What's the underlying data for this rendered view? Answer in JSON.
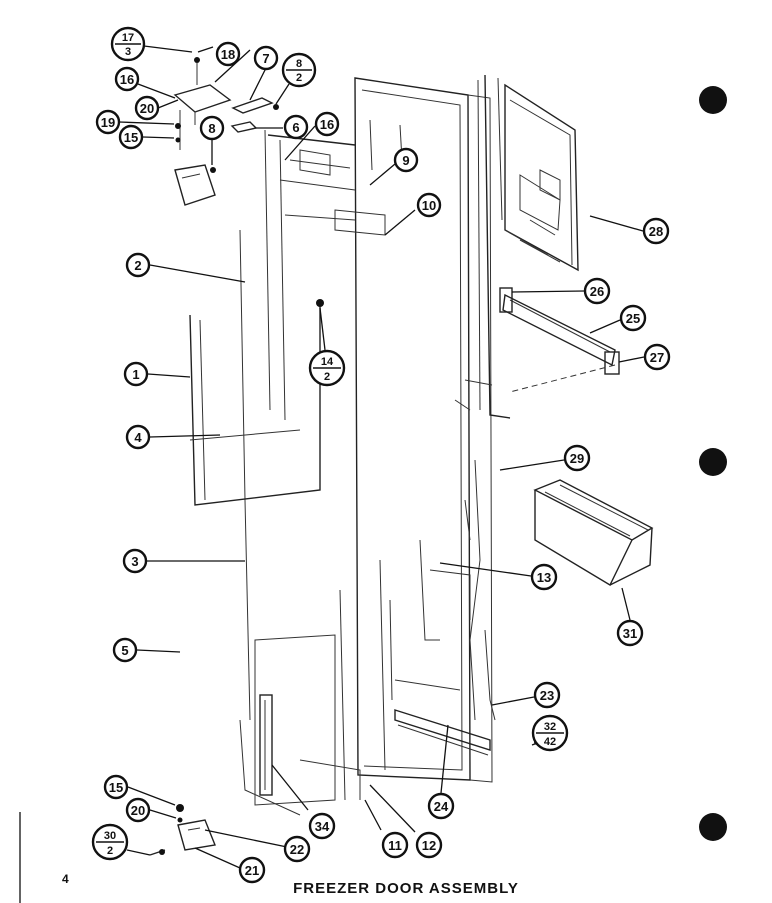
{
  "page": {
    "number": "4",
    "caption": "FREEZER DOOR ASSEMBLY"
  },
  "callouts": [
    {
      "id": "c17-3",
      "top": "17",
      "bottom": "3"
    },
    {
      "id": "c18",
      "label": "18"
    },
    {
      "id": "c7",
      "label": "7"
    },
    {
      "id": "c8-2",
      "top": "8",
      "bottom": "2"
    },
    {
      "id": "c16",
      "label": "16"
    },
    {
      "id": "c20a",
      "label": "20"
    },
    {
      "id": "c19",
      "label": "19"
    },
    {
      "id": "c15a",
      "label": "15"
    },
    {
      "id": "c6",
      "label": "6"
    },
    {
      "id": "c8",
      "label": "8"
    },
    {
      "id": "c16b",
      "label": "16"
    },
    {
      "id": "c9",
      "label": "9"
    },
    {
      "id": "c10",
      "label": "10"
    },
    {
      "id": "c28",
      "label": "28"
    },
    {
      "id": "c2",
      "label": "2"
    },
    {
      "id": "c26",
      "label": "26"
    },
    {
      "id": "c25",
      "label": "25"
    },
    {
      "id": "c14-2",
      "top": "14",
      "bottom": "2"
    },
    {
      "id": "c27",
      "label": "27"
    },
    {
      "id": "c1",
      "label": "1"
    },
    {
      "id": "c4",
      "label": "4"
    },
    {
      "id": "c29",
      "label": "29"
    },
    {
      "id": "c3",
      "label": "3"
    },
    {
      "id": "c13",
      "label": "13"
    },
    {
      "id": "c31",
      "label": "31"
    },
    {
      "id": "c5",
      "label": "5"
    },
    {
      "id": "c23",
      "label": "23"
    },
    {
      "id": "c32-42",
      "top": "32",
      "bottom": "42"
    },
    {
      "id": "c24",
      "label": "24"
    },
    {
      "id": "c15b",
      "label": "15"
    },
    {
      "id": "c20b",
      "label": "20"
    },
    {
      "id": "c34",
      "label": "34"
    },
    {
      "id": "c11",
      "label": "11"
    },
    {
      "id": "c12",
      "label": "12"
    },
    {
      "id": "c30-2",
      "top": "30",
      "bottom": "2"
    },
    {
      "id": "c22",
      "label": "22"
    },
    {
      "id": "c21",
      "label": "21"
    }
  ]
}
